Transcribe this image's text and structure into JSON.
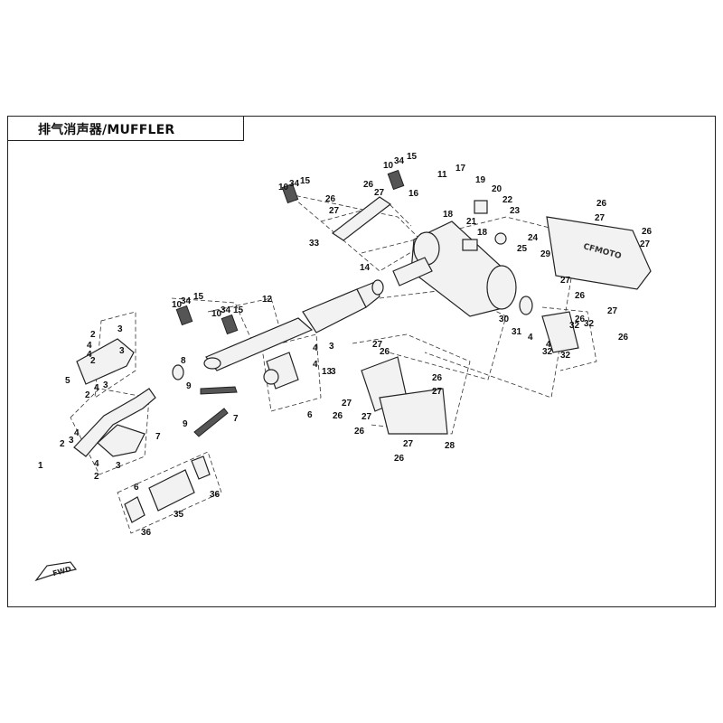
{
  "title": "排气消声器/MUFFLER",
  "fwd_label": "FWD",
  "callouts": [
    {
      "id": "c1",
      "text": "1"
    },
    {
      "id": "c2a",
      "text": "2"
    },
    {
      "id": "c3a",
      "text": "3"
    },
    {
      "id": "c4a",
      "text": "4"
    },
    {
      "id": "c2b",
      "text": "2"
    },
    {
      "id": "c3b",
      "text": "3"
    },
    {
      "id": "c4b",
      "text": "4"
    },
    {
      "id": "c2c",
      "text": "2"
    },
    {
      "id": "c3c",
      "text": "3"
    },
    {
      "id": "c4c",
      "text": "4"
    },
    {
      "id": "c2d",
      "text": "2"
    },
    {
      "id": "c3d",
      "text": "3"
    },
    {
      "id": "c4d",
      "text": "4"
    },
    {
      "id": "c2e",
      "text": "2"
    },
    {
      "id": "c3e",
      "text": "3"
    },
    {
      "id": "c4e",
      "text": "4"
    },
    {
      "id": "c3f",
      "text": "3"
    },
    {
      "id": "c4f",
      "text": "4"
    },
    {
      "id": "c3g",
      "text": "3"
    },
    {
      "id": "c4g",
      "text": "4"
    },
    {
      "id": "c4h",
      "text": "4"
    },
    {
      "id": "c4i",
      "text": "4"
    },
    {
      "id": "c5",
      "text": "5"
    },
    {
      "id": "c6a",
      "text": "6"
    },
    {
      "id": "c6b",
      "text": "6"
    },
    {
      "id": "c7a",
      "text": "7"
    },
    {
      "id": "c7b",
      "text": "7"
    },
    {
      "id": "c8",
      "text": "8"
    },
    {
      "id": "c9a",
      "text": "9"
    },
    {
      "id": "c9b",
      "text": "9"
    },
    {
      "id": "c10a",
      "text": "10"
    },
    {
      "id": "c10b",
      "text": "10"
    },
    {
      "id": "c10c",
      "text": "10"
    },
    {
      "id": "c10d",
      "text": "10"
    },
    {
      "id": "c34a",
      "text": "34"
    },
    {
      "id": "c34b",
      "text": "34"
    },
    {
      "id": "c34c",
      "text": "34"
    },
    {
      "id": "c34d",
      "text": "34"
    },
    {
      "id": "c15a",
      "text": "15"
    },
    {
      "id": "c15b",
      "text": "15"
    },
    {
      "id": "c15c",
      "text": "15"
    },
    {
      "id": "c15d",
      "text": "15"
    },
    {
      "id": "c11",
      "text": "11"
    },
    {
      "id": "c12",
      "text": "12"
    },
    {
      "id": "c13",
      "text": "13"
    },
    {
      "id": "c14",
      "text": "14"
    },
    {
      "id": "c16",
      "text": "16"
    },
    {
      "id": "c17",
      "text": "17"
    },
    {
      "id": "c18a",
      "text": "18"
    },
    {
      "id": "c18b",
      "text": "18"
    },
    {
      "id": "c19",
      "text": "19"
    },
    {
      "id": "c20",
      "text": "20"
    },
    {
      "id": "c21",
      "text": "21"
    },
    {
      "id": "c22",
      "text": "22"
    },
    {
      "id": "c23",
      "text": "23"
    },
    {
      "id": "c24",
      "text": "24"
    },
    {
      "id": "c25",
      "text": "25"
    },
    {
      "id": "c26a",
      "text": "26"
    },
    {
      "id": "c26b",
      "text": "26"
    },
    {
      "id": "c26c",
      "text": "26"
    },
    {
      "id": "c26d",
      "text": "26"
    },
    {
      "id": "c26e",
      "text": "26"
    },
    {
      "id": "c26f",
      "text": "26"
    },
    {
      "id": "c26g",
      "text": "26"
    },
    {
      "id": "c26h",
      "text": "26"
    },
    {
      "id": "c26i",
      "text": "26"
    },
    {
      "id": "c26j",
      "text": "26"
    },
    {
      "id": "c26k",
      "text": "26"
    },
    {
      "id": "c26l",
      "text": "26"
    },
    {
      "id": "c27a",
      "text": "27"
    },
    {
      "id": "c27b",
      "text": "27"
    },
    {
      "id": "c27c",
      "text": "27"
    },
    {
      "id": "c27d",
      "text": "27"
    },
    {
      "id": "c27e",
      "text": "27"
    },
    {
      "id": "c27f",
      "text": "27"
    },
    {
      "id": "c27g",
      "text": "27"
    },
    {
      "id": "c27h",
      "text": "27"
    },
    {
      "id": "c27i",
      "text": "27"
    },
    {
      "id": "c27j",
      "text": "27"
    },
    {
      "id": "c27k",
      "text": "27"
    },
    {
      "id": "c28",
      "text": "28"
    },
    {
      "id": "c29",
      "text": "29"
    },
    {
      "id": "c30",
      "text": "30"
    },
    {
      "id": "c31",
      "text": "31"
    },
    {
      "id": "c32a",
      "text": "32"
    },
    {
      "id": "c32b",
      "text": "32"
    },
    {
      "id": "c32c",
      "text": "32"
    },
    {
      "id": "c32d",
      "text": "32"
    },
    {
      "id": "c33",
      "text": "33"
    },
    {
      "id": "c35",
      "text": "35"
    },
    {
      "id": "c36a",
      "text": "36"
    },
    {
      "id": "c36b",
      "text": "36"
    }
  ]
}
